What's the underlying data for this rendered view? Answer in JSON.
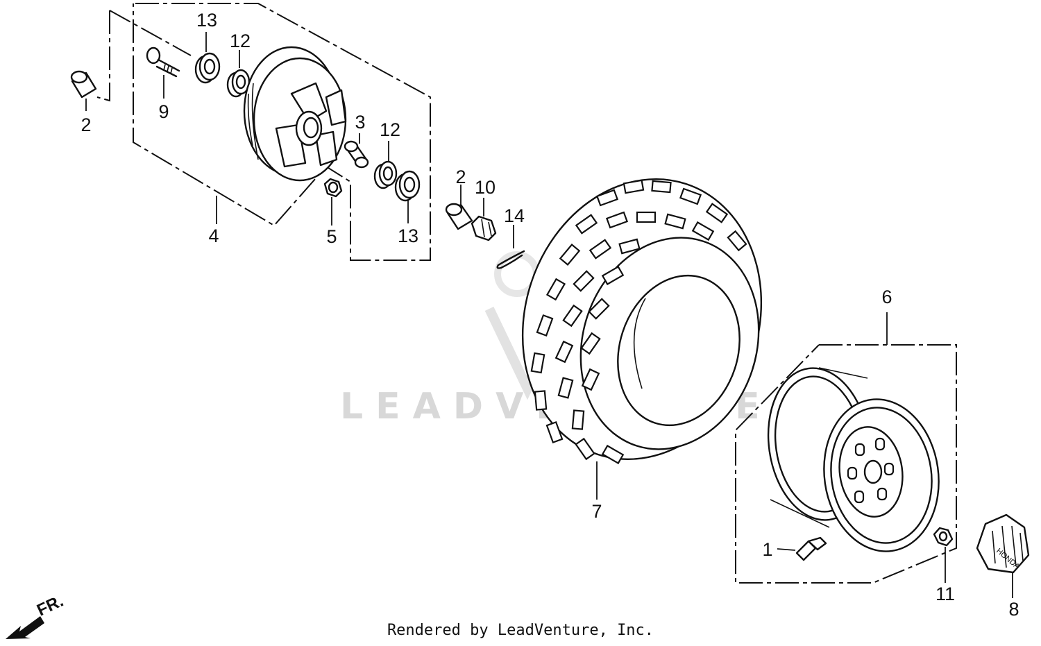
{
  "diagram": {
    "callouts": {
      "c1": "1",
      "c2a": "2",
      "c2b": "2",
      "c3": "3",
      "c4": "4",
      "c5": "5",
      "c6": "6",
      "c7": "7",
      "c8": "8",
      "c9": "9",
      "c10": "10",
      "c11": "11",
      "c12a": "12",
      "c12b": "12",
      "c13a": "13",
      "c13b": "13",
      "c14": "14"
    },
    "hubcap_text": "HONDA",
    "direction_label": "FR.",
    "watermark": "LEADVENTURE"
  },
  "footer": {
    "credit": "Rendered by LeadVenture, Inc."
  }
}
